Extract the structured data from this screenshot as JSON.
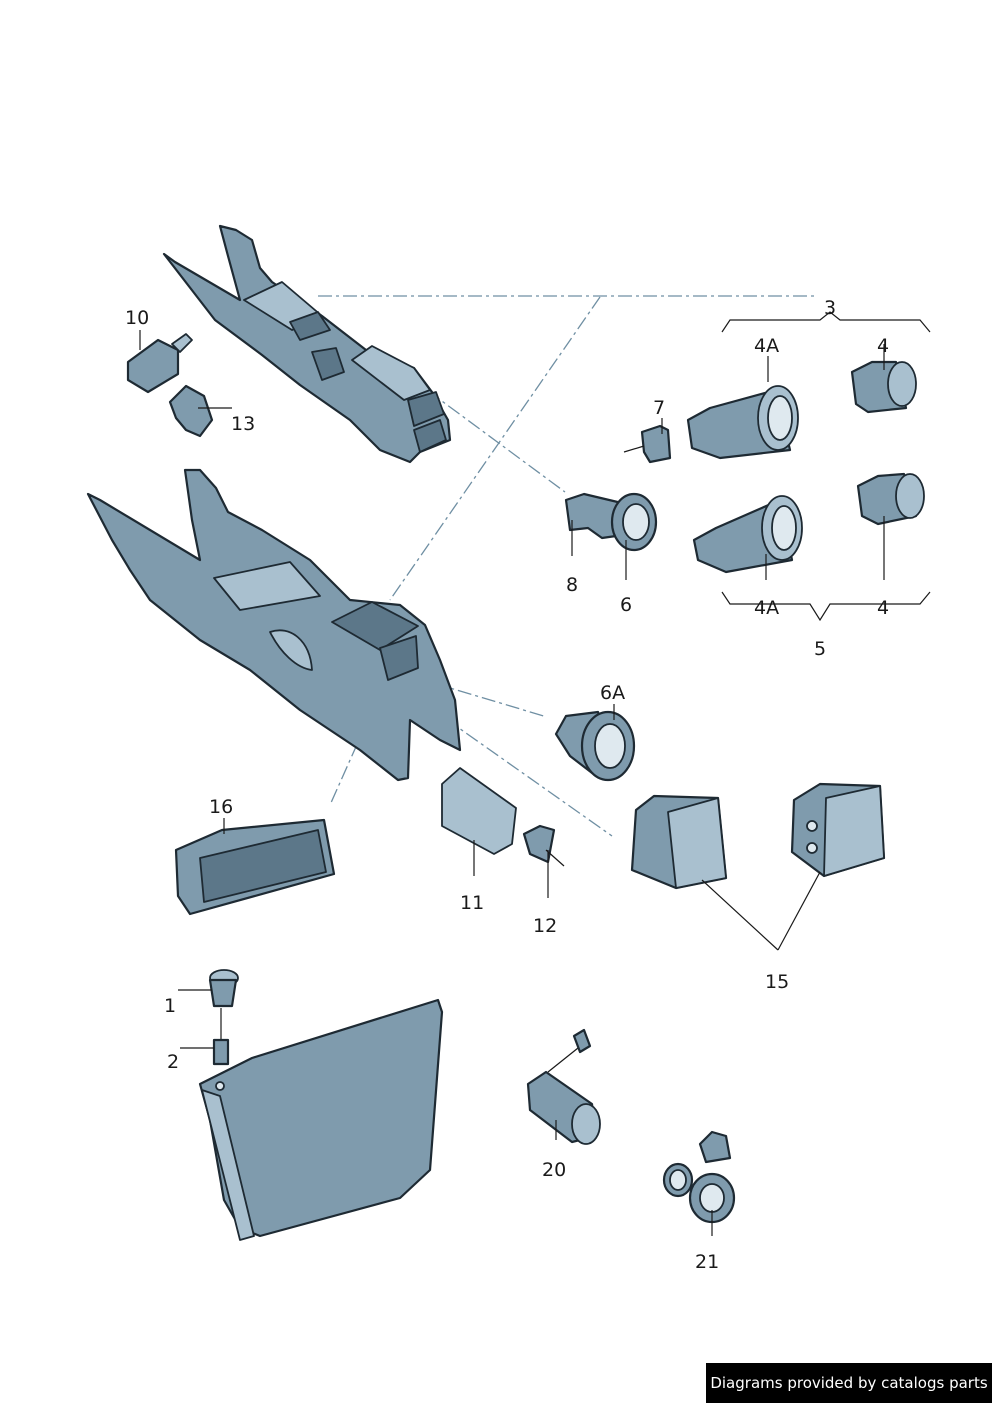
{
  "labels": {
    "l1": "1",
    "l2": "2",
    "l3": "3",
    "l4_top": "4",
    "l4_bottom": "4",
    "l4a_top": "4A",
    "l4a_bottom": "4A",
    "l5": "5",
    "l6": "6",
    "l6a": "6A",
    "l7": "7",
    "l8": "8",
    "l10": "10",
    "l11": "11",
    "l12": "12",
    "l13": "13",
    "l15": "15",
    "l16": "16",
    "l20": "20",
    "l21": "21"
  },
  "footer": {
    "text": "Diagrams provided by catalogs parts"
  },
  "colors": {
    "part_fill": "#7f9bad",
    "outline": "#1e2a33",
    "leader_dash": "#6f8fa3",
    "footer_bg": "#000000"
  }
}
